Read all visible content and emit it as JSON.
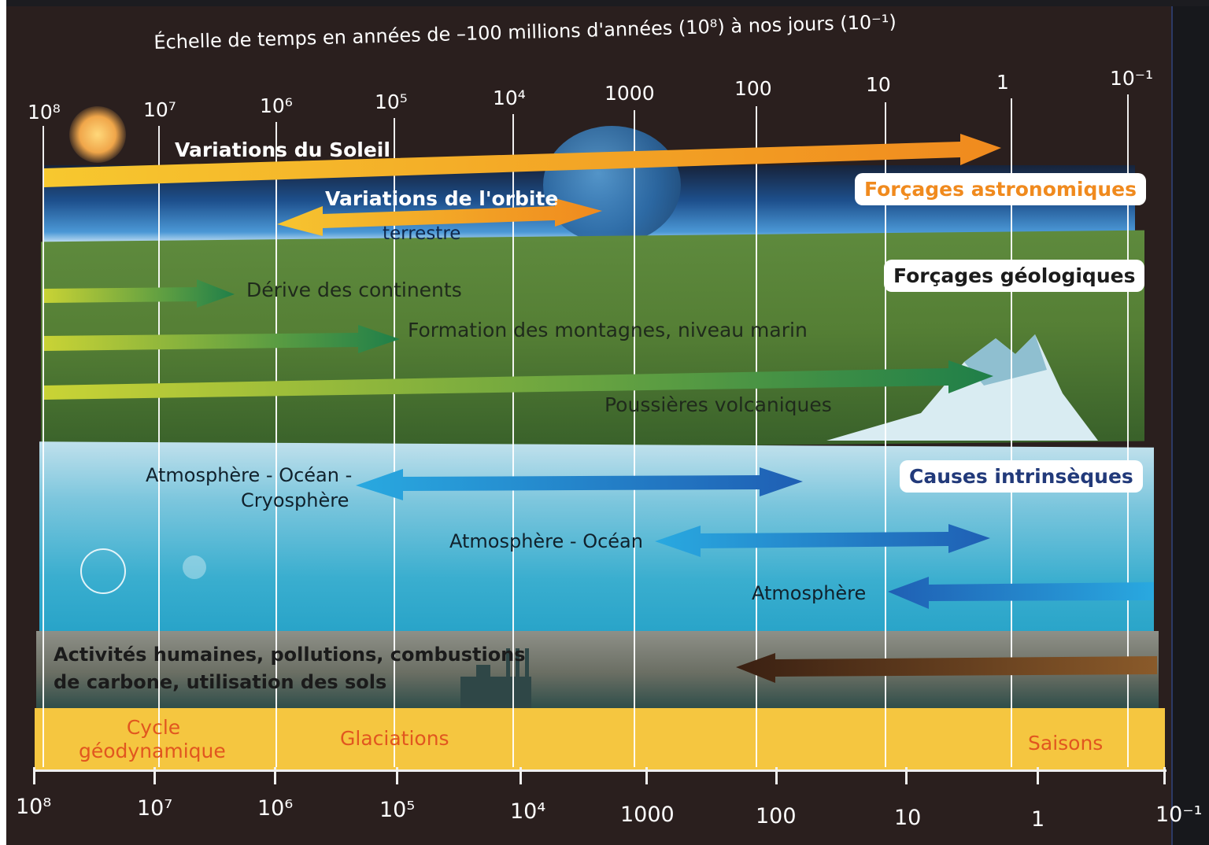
{
  "title": "Échelle de temps en années de –100 millions d'années (10⁸) à nos jours (10⁻¹)",
  "axis_ticks": [
    "10⁸",
    "10⁷",
    "10⁶",
    "10⁵",
    "10⁴",
    "1000",
    "100",
    "10",
    "1",
    "10⁻¹"
  ],
  "categories": {
    "astronomical": "Forçages astronomiques",
    "geological": "Forçages géologiques",
    "intrinsic": "Causes intrinsèques"
  },
  "processes": {
    "sun": "Variations du Soleil",
    "orbit_line1": "Variations de l'orbite",
    "orbit_line2": "terrestre",
    "continents": "Dérive des continents",
    "mountains": "Formation des montagnes, niveau marin",
    "volcanic": "Poussières volcaniques",
    "aoc_line1": "Atmosphère - Océan -",
    "aoc_line2": "Cryosphère",
    "ao": "Atmosphère - Océan",
    "atm": "Atmosphère",
    "human_line1": "Activités humaines, pollutions, combustions",
    "human_line2": "de carbone, utilisation des sols"
  },
  "cycles": {
    "geodynamic_line1": "Cycle",
    "geodynamic_line2": "géodynamique",
    "glaciations": "Glaciations",
    "seasons": "Saisons"
  },
  "colors": {
    "astronomical": "#f08a1e",
    "geological": "#2f8a4a",
    "intrinsic": "#1f8fd0",
    "human": "#4a2a18",
    "cycles_band": "#f5c640"
  }
}
